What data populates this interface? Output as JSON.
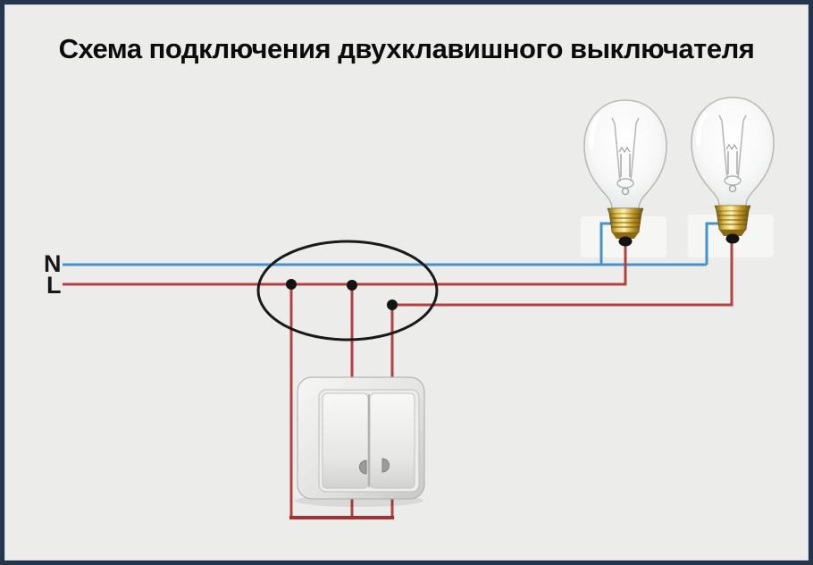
{
  "title": "Схема подключения двухклавишного выключателя",
  "wire_labels": {
    "neutral": "N",
    "phase": "L"
  },
  "colors": {
    "frame_border": "#24364e",
    "background": "#ecedeb",
    "neutral_wire": "#4492c8",
    "phase_wire": "#b44141",
    "phase_bus": "#a23232",
    "junction_dot": "#141414",
    "junction_box_outline": "#1a1a1a",
    "bulb_base_brass": "#c9a22b",
    "switch_body": "#e6e6e4"
  },
  "components": {
    "junction_box": "junction-box",
    "switch": "two-gang-wall-switch",
    "lamp_left": "incandescent-lamp",
    "lamp_right": "incandescent-lamp"
  }
}
